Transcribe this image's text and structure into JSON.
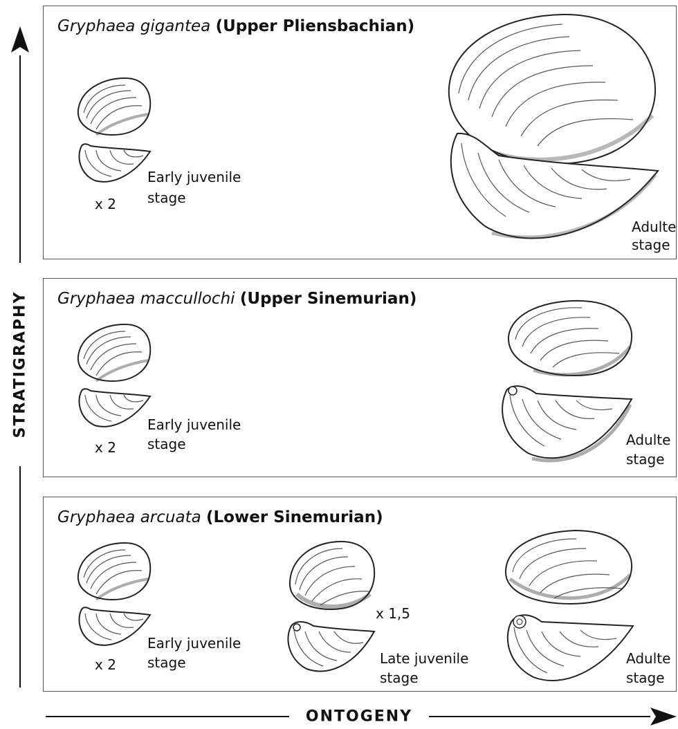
{
  "panels": [
    {
      "species": "Gryphaea gigantea",
      "stage_name": "(Upper Pliensbachian)",
      "early_scale": "x 2",
      "early_label_line1": "Early juvenile",
      "early_label_line2": "stage",
      "adult_label_line1": "Adulte",
      "adult_label_line2": "stage"
    },
    {
      "species": "Gryphaea maccullochi",
      "stage_name": "(Upper Sinemurian)",
      "early_scale": "x 2",
      "early_label_line1": "Early juvenile",
      "early_label_line2": "stage",
      "adult_label_line1": "Adulte",
      "adult_label_line2": "stage"
    },
    {
      "species": "Gryphaea arcuata",
      "stage_name": "(Lower Sinemurian)",
      "early_scale": "x 2",
      "early_label_line1": "Early juvenile",
      "early_label_line2": "stage",
      "late_scale": "x 1,5",
      "late_label_line1": "Late juvenile",
      "late_label_line2": "stage",
      "adult_label_line1": "Adulte",
      "adult_label_line2": "stage"
    }
  ],
  "axes": {
    "vertical": "STRATIGRAPHY",
    "horizontal": "ONTOGENY"
  }
}
